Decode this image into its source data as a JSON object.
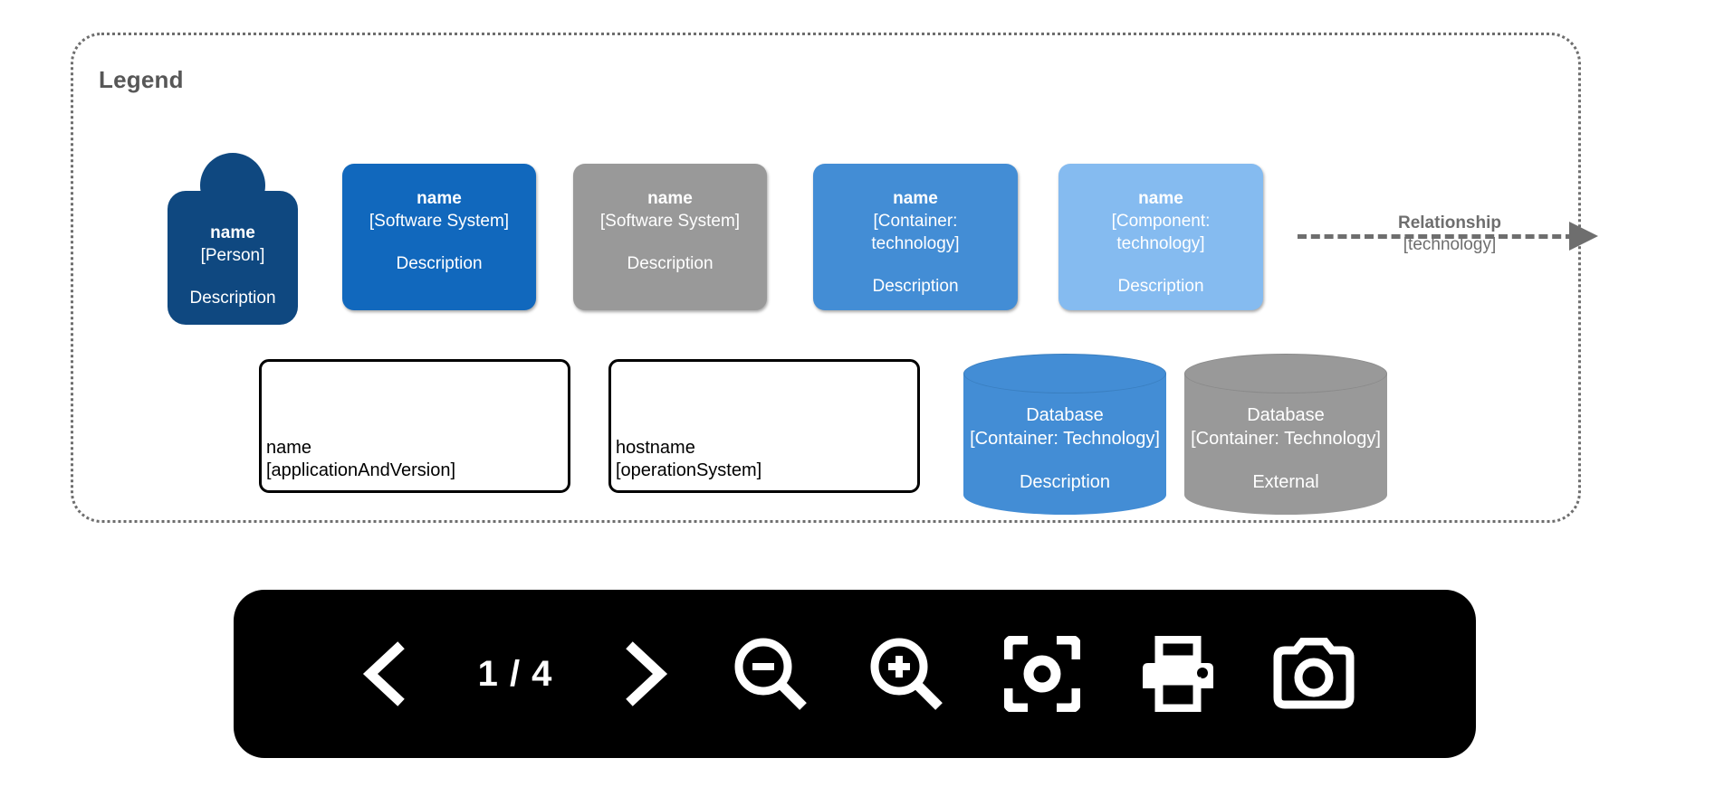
{
  "legend": {
    "title": "Legend",
    "border_color": "#6e6e6e",
    "elements": {
      "person": {
        "name": "name",
        "type": "[Person]",
        "description": "Description",
        "color": "#0f4880"
      },
      "software_system": {
        "name": "name",
        "type": "[Software System]",
        "description": "Description",
        "color": "#1168bd"
      },
      "software_system_external": {
        "name": "name",
        "type": "[Software System]",
        "description": "Description",
        "color": "#999999"
      },
      "container": {
        "name": "name",
        "type": "[Container: technology]",
        "type_line1": "[Container:",
        "type_line2": "technology]",
        "description": "Description",
        "color": "#438dd5"
      },
      "component": {
        "name": "name",
        "type": "[Component: technology]",
        "type_line1": "[Component:",
        "type_line2": "technology]",
        "description": "Description",
        "color": "#85bbf0"
      },
      "relationship": {
        "label": "Relationship",
        "technology": "[technology]",
        "color": "#6e6e6e"
      },
      "deployment_node_app": {
        "line1": "name",
        "line2": "[applicationAndVersion]"
      },
      "deployment_node_host": {
        "line1": "hostname",
        "line2": "[operationSystem]"
      },
      "database": {
        "name": "Database",
        "type": "[Container: Technology]",
        "description": "Description",
        "color": "#438dd5"
      },
      "database_external": {
        "name": "Database",
        "type": "[Container: Technology]",
        "description": "External",
        "color": "#999999"
      }
    }
  },
  "toolbar": {
    "background": "#000000",
    "prev_label": "previous-page",
    "next_label": "next-page",
    "page_indicator": "1 / 4",
    "current_page": 1,
    "total_pages": 4,
    "zoom_out_label": "zoom-out",
    "zoom_in_label": "zoom-in",
    "fit_label": "fit-to-screen",
    "print_label": "print",
    "screenshot_label": "screenshot"
  }
}
